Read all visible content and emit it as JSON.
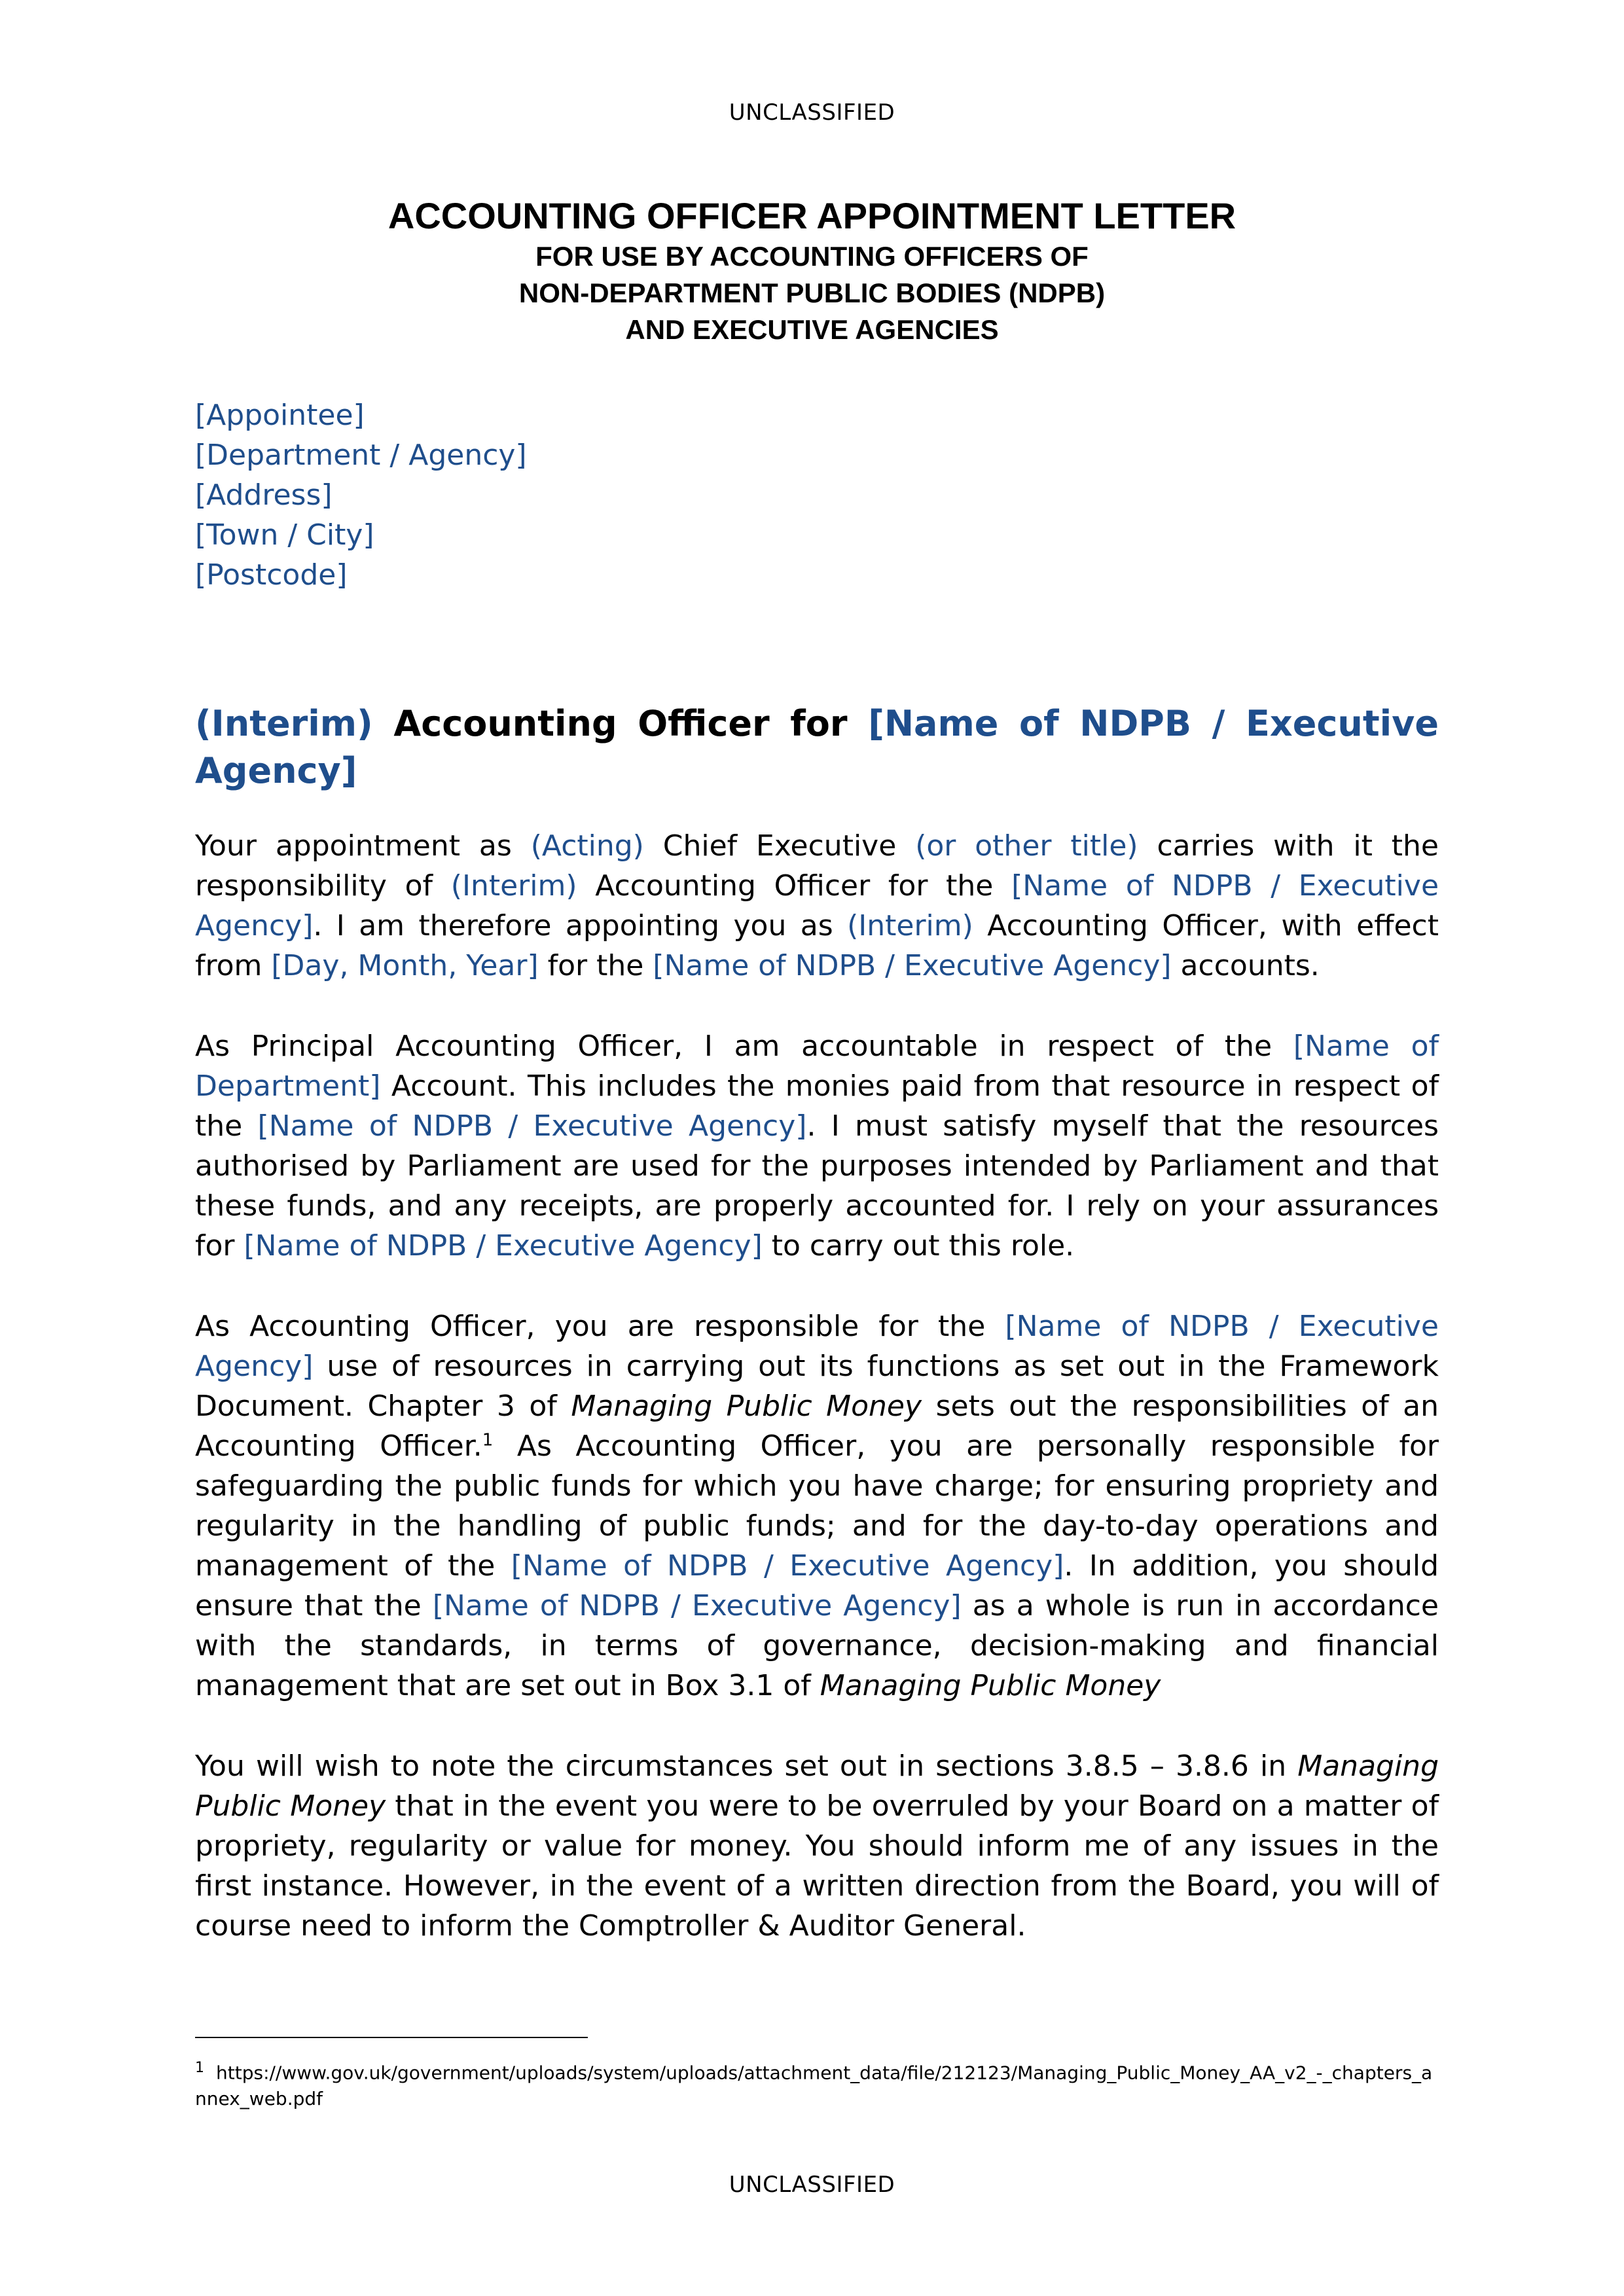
{
  "header": {
    "classification": "UNCLASSIFIED"
  },
  "footer": {
    "classification": "UNCLASSIFIED"
  },
  "title": {
    "main": "ACCOUNTING OFFICER APPOINTMENT LETTER",
    "line2": "FOR USE BY ACCOUNTING OFFICERS OF",
    "line3": "NON-DEPARTMENT PUBLIC BODIES (NDPB)",
    "line4": "AND EXECUTIVE AGENCIES"
  },
  "address": {
    "appointee": "[Appointee]",
    "department": "[Department / Agency]",
    "address": "[Address]",
    "town": "[Town / City]",
    "postcode": "[Postcode]"
  },
  "heading": {
    "interim": "(Interim)",
    "text": "Accounting Officer for",
    "name": "[Name of NDPB / Executive Agency]"
  },
  "p1": {
    "t1": "Your appointment as ",
    "acting": "(Acting)",
    "t2": " Chief Executive ",
    "other_title": "(or other title)",
    "t3": " carries with it the responsibility of ",
    "interim1": "(Interim)",
    "t4": " Accounting Officer for the ",
    "name1": "[Name of NDPB / Executive Agency]",
    "t5": ". I am therefore appointing you as ",
    "interim2": "(Interim)",
    "t6": " Accounting Officer, with effect from ",
    "date": "[Day, Month, Year]",
    "t7": " for the ",
    "name2": "[Name of NDPB / Executive Agency]",
    "t8": " accounts."
  },
  "p2": {
    "t1": "As Principal Accounting Officer, I am accountable in respect of the ",
    "dept": "[Name of Department]",
    "t2": " Account. This includes the monies paid from that resource in respect of the ",
    "name1": "[Name of NDPB / Executive Agency]",
    "t3": ". I must satisfy myself that the resources authorised by Parliament are used for the purposes intended by Parliament and that these funds, and any receipts, are properly accounted for.  I rely on your assurances for ",
    "name2": "[Name of NDPB / Executive Agency]",
    "t4": " to carry out this role."
  },
  "p3": {
    "t1": "As Accounting Officer, you are responsible for the ",
    "name1": "[Name of NDPB / Executive Agency]",
    "t2": " use of resources in carrying out its functions as set out in the Framework Document. Chapter 3 of ",
    "mpm1": "Managing Public Money",
    "t3": " sets out the responsibilities of an Accounting Officer.",
    "fn_ref": "1",
    "t4": " As Accounting Officer, you are personally responsible for safeguarding the public funds for which you have charge; for ensuring propriety and regularity in the handling of public funds; and for the day-to-day operations and management of the ",
    "name2": "[Name of NDPB / Executive Agency]",
    "t5": ". In addition, you should ensure that the ",
    "name3": "[Name of NDPB / Executive Agency]",
    "t6": " as a whole is run in accordance with the standards, in terms of governance, decision-making and financial management that are set out in Box 3.1 of ",
    "mpm2": "Managing Public Money"
  },
  "p4": {
    "t1": "You will wish to note the circumstances set out in sections 3.8.5 – 3.8.6 in ",
    "mpm": "Managing Public Money",
    "t2": " that in the event you were to be overruled by your Board on a matter of propriety, regularity or value for money. You should inform me of any issues in the first instance. However, in the event of a written direction from the Board, you will of course need to inform the Comptroller & Auditor General."
  },
  "footnote": {
    "number": "1",
    "text": "https://www.gov.uk/government/uploads/system/uploads/attachment_data/file/212123/Managing_Public_Money_AA_v2_-_chapters_annex_web.pdf"
  },
  "colors": {
    "placeholder": "#1f4e8c",
    "text": "#000000"
  }
}
